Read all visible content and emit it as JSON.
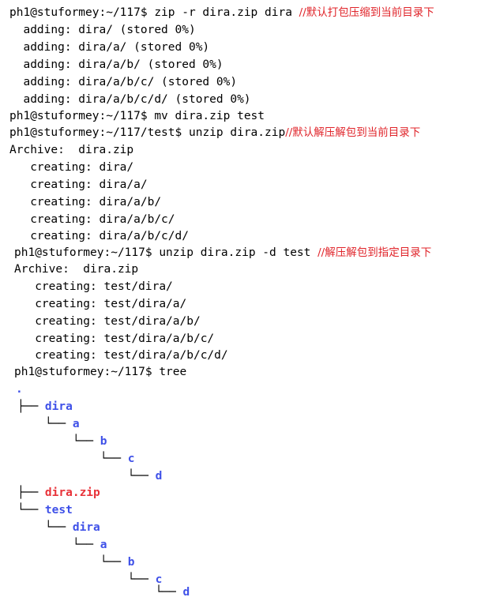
{
  "colors": {
    "comment": "#e0242a",
    "directory": "#3f51e8",
    "archive": "#e8333a",
    "text": "#000000",
    "background": "#ffffff"
  },
  "session": {
    "block1": {
      "prompt": "ph1@stuformey:~/117$ ",
      "command": "zip -r dira.zip dira ",
      "comment": "//默认打包压缩到当前目录下",
      "output": [
        "  adding: dira/ (stored 0%)",
        "  adding: dira/a/ (stored 0%)",
        "  adding: dira/a/b/ (stored 0%)",
        "  adding: dira/a/b/c/ (stored 0%)",
        "  adding: dira/a/b/c/d/ (stored 0%)"
      ]
    },
    "block2": {
      "prompt": "ph1@stuformey:~/117$ ",
      "command": "mv dira.zip test"
    },
    "block3": {
      "prompt": "ph1@stuformey:~/117/test$ ",
      "command": "unzip dira.zip",
      "comment": "//默认解压解包到当前目录下",
      "output": [
        "Archive:  dira.zip",
        "   creating: dira/",
        "   creating: dira/a/",
        "   creating: dira/a/b/",
        "   creating: dira/a/b/c/",
        "   creating: dira/a/b/c/d/"
      ]
    },
    "block4": {
      "prompt": "ph1@stuformey:~/117$ ",
      "command": "unzip dira.zip -d test ",
      "comment": "//解压解包到指定目录下",
      "output": [
        "Archive:  dira.zip",
        "   creating: test/dira/",
        "   creating: test/dira/a/",
        "   creating: test/dira/a/b/",
        "   creating: test/dira/a/b/c/",
        "   creating: test/dira/a/b/c/d/"
      ]
    },
    "block5": {
      "prompt": "ph1@stuformey:~/117$ ",
      "command": "tree",
      "tree": {
        "root": ".",
        "nodes": [
          {
            "branch": "├── ",
            "name": "dira",
            "kind": "dir"
          },
          {
            "branch": "    └── ",
            "name": "a",
            "kind": "dir"
          },
          {
            "branch": "        └── ",
            "name": "b",
            "kind": "dir"
          },
          {
            "branch": "            └── ",
            "name": "c",
            "kind": "dir"
          },
          {
            "branch": "                └── ",
            "name": "d",
            "kind": "dir"
          },
          {
            "branch": "├── ",
            "name": "dira.zip",
            "kind": "archive"
          },
          {
            "branch": "└── ",
            "name": "test",
            "kind": "dir"
          },
          {
            "branch": "    └── ",
            "name": "dira",
            "kind": "dir"
          },
          {
            "branch": "        └── ",
            "name": "a",
            "kind": "dir"
          },
          {
            "branch": "            └── ",
            "name": "b",
            "kind": "dir"
          },
          {
            "branch": "                └── ",
            "name": "c",
            "kind": "dir"
          },
          {
            "branch": "                    └── ",
            "name": "d",
            "kind": "dir"
          }
        ]
      }
    }
  }
}
